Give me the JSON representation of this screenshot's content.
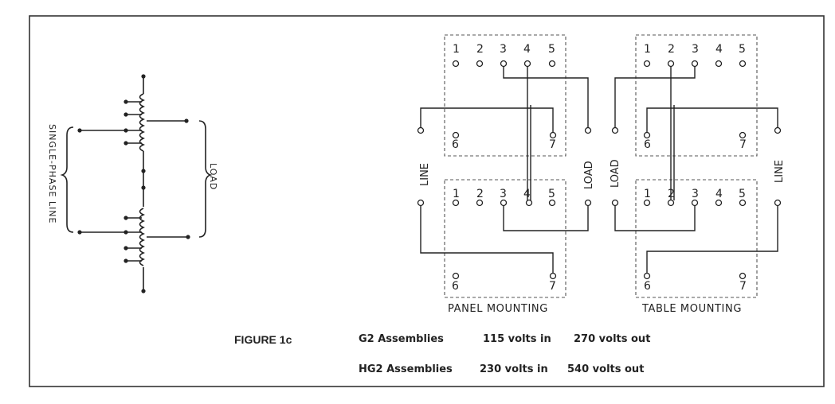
{
  "figure_label": "FIGURE 1c",
  "left_schematic": {
    "input_label": "SINGLE-PHASE LINE",
    "output_label": "LOAD"
  },
  "panel_mounting": {
    "caption": "PANEL MOUNTING",
    "left_label": "LINE",
    "right_label": "LOAD",
    "top_terminals": [
      "1",
      "2",
      "3",
      "4",
      "5",
      "6",
      "7"
    ],
    "bottom_terminals": [
      "1",
      "2",
      "3",
      "4",
      "5",
      "6",
      "7"
    ]
  },
  "table_mounting": {
    "caption": "TABLE MOUNTING",
    "left_label": "LOAD",
    "right_label": "LINE",
    "top_terminals": [
      "1",
      "2",
      "3",
      "4",
      "5",
      "6",
      "7"
    ],
    "bottom_terminals": [
      "1",
      "2",
      "3",
      "4",
      "5",
      "6",
      "7"
    ]
  },
  "assemblies": [
    {
      "name": "G2 Assemblies",
      "volts_in": "115 volts in",
      "volts_out": "270 volts out"
    },
    {
      "name": "HG2 Assemblies",
      "volts_in": "230 volts in",
      "volts_out": "540 volts out"
    }
  ]
}
